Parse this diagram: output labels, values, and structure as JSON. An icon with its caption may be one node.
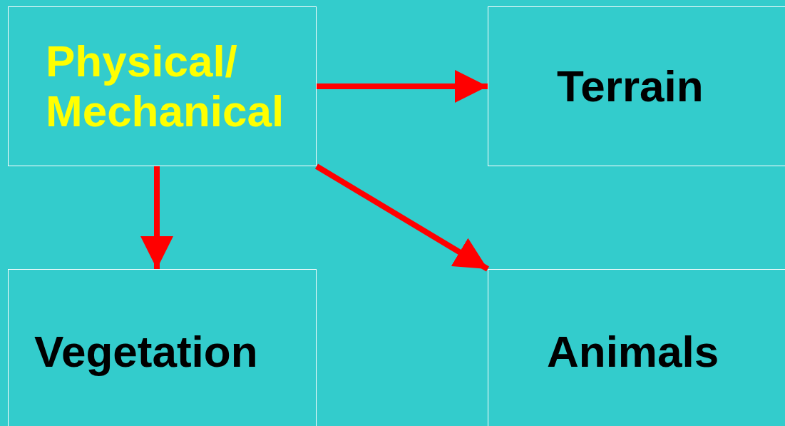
{
  "diagram": {
    "nodes": [
      {
        "text": [
          "Physical/ Mechanical"
        ]
      },
      {
        "text": [
          "Terrain"
        ]
      },
      {
        "text": [
          "Vegetation"
        ]
      },
      {
        "text": [
          "Animals"
        ]
      }
    ],
    "edges": [
      {
        "from": 0,
        "to": 1,
        "arrow": "to"
      },
      {
        "from": 0,
        "to": 2,
        "arrow": "to"
      },
      {
        "from": 0,
        "to": 3,
        "arrow": "to"
      }
    ]
  }
}
